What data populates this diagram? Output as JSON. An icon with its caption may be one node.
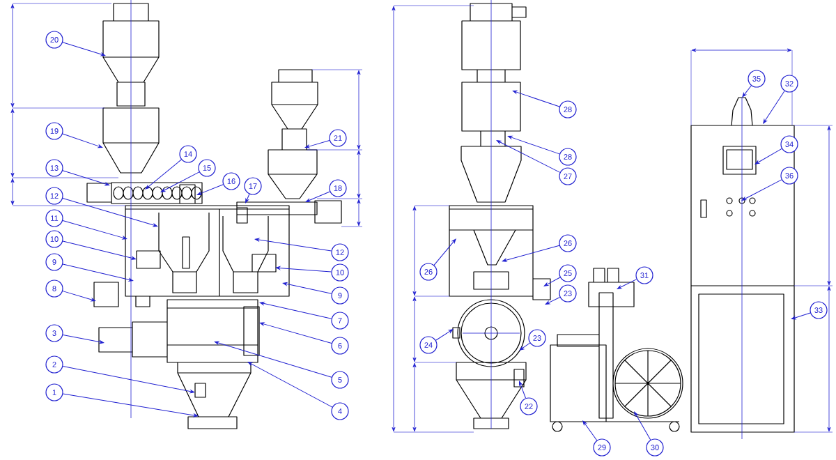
{
  "diagram": {
    "nodes": [
      {
        "text": [
          "20"
        ]
      },
      {
        "text": [
          "19"
        ]
      },
      {
        "text": [
          "13"
        ]
      },
      {
        "text": [
          "14"
        ]
      },
      {
        "text": [
          "15"
        ]
      },
      {
        "text": [
          "16"
        ]
      },
      {
        "text": [
          "12"
        ]
      },
      {
        "text": [
          "11"
        ]
      },
      {
        "text": [
          "10"
        ]
      },
      {
        "text": [
          "9"
        ]
      },
      {
        "text": [
          "8"
        ]
      },
      {
        "text": [
          "3"
        ]
      },
      {
        "text": [
          "2"
        ]
      },
      {
        "text": [
          "1"
        ]
      },
      {
        "text": [
          "17"
        ]
      },
      {
        "text": [
          "18"
        ]
      },
      {
        "text": [
          "21"
        ]
      },
      {
        "text": [
          "12"
        ]
      },
      {
        "text": [
          "10"
        ]
      },
      {
        "text": [
          "9"
        ]
      },
      {
        "text": [
          "7"
        ]
      },
      {
        "text": [
          "6"
        ]
      },
      {
        "text": [
          "5"
        ]
      },
      {
        "text": [
          "4"
        ]
      },
      {
        "text": [
          "28"
        ]
      },
      {
        "text": [
          "28"
        ]
      },
      {
        "text": [
          "27"
        ]
      },
      {
        "text": [
          "26"
        ]
      },
      {
        "text": [
          "26"
        ]
      },
      {
        "text": [
          "25"
        ]
      },
      {
        "text": [
          "23"
        ]
      },
      {
        "text": [
          "24"
        ]
      },
      {
        "text": [
          "23"
        ]
      },
      {
        "text": [
          "22"
        ]
      },
      {
        "text": [
          "29"
        ]
      },
      {
        "text": [
          "30"
        ]
      },
      {
        "text": [
          "31"
        ]
      },
      {
        "text": [
          "35"
        ]
      },
      {
        "text": [
          "32"
        ]
      },
      {
        "text": [
          "34"
        ]
      },
      {
        "text": [
          "36"
        ]
      },
      {
        "text": [
          "33"
        ]
      }
    ],
    "edges": [
      {
        "from": 0,
        "to": null,
        "arrow": "to"
      },
      {
        "from": 1,
        "to": null,
        "arrow": "to"
      },
      {
        "from": 2,
        "to": null,
        "arrow": "to"
      },
      {
        "from": 3,
        "to": null,
        "arrow": "to"
      },
      {
        "from": 4,
        "to": null,
        "arrow": "to"
      },
      {
        "from": 5,
        "to": null,
        "arrow": "to"
      },
      {
        "from": 6,
        "to": null,
        "arrow": "to"
      },
      {
        "from": 7,
        "to": null,
        "arrow": "to"
      },
      {
        "from": 8,
        "to": null,
        "arrow": "to"
      },
      {
        "from": 9,
        "to": null,
        "arrow": "to"
      },
      {
        "from": 10,
        "to": null,
        "arrow": "to"
      },
      {
        "from": 11,
        "to": null,
        "arrow": "to"
      },
      {
        "from": 12,
        "to": null,
        "arrow": "to"
      },
      {
        "from": 13,
        "to": null,
        "arrow": "to"
      },
      {
        "from": 14,
        "to": null,
        "arrow": "to"
      },
      {
        "from": 15,
        "to": null,
        "arrow": "to"
      },
      {
        "from": 16,
        "to": null,
        "arrow": "to"
      },
      {
        "from": 17,
        "to": null,
        "arrow": "to"
      },
      {
        "from": 18,
        "to": null,
        "arrow": "to"
      },
      {
        "from": 19,
        "to": null,
        "arrow": "to"
      },
      {
        "from": 20,
        "to": null,
        "arrow": "to"
      },
      {
        "from": 21,
        "to": null,
        "arrow": "to"
      },
      {
        "from": 22,
        "to": null,
        "arrow": "to"
      },
      {
        "from": 23,
        "to": null,
        "arrow": "to"
      },
      {
        "from": 24,
        "to": null,
        "arrow": "to"
      },
      {
        "from": 25,
        "to": null,
        "arrow": "to"
      },
      {
        "from": 26,
        "to": null,
        "arrow": "to"
      },
      {
        "from": 27,
        "to": null,
        "arrow": "to"
      },
      {
        "from": 28,
        "to": null,
        "arrow": "to"
      },
      {
        "from": 29,
        "to": null,
        "arrow": "to"
      },
      {
        "from": 30,
        "to": null,
        "arrow": "to"
      },
      {
        "from": 31,
        "to": null,
        "arrow": "to"
      },
      {
        "from": 32,
        "to": null,
        "arrow": "to"
      },
      {
        "from": 33,
        "to": null,
        "arrow": "to"
      },
      {
        "from": 34,
        "to": null,
        "arrow": "to"
      },
      {
        "from": 35,
        "to": null,
        "arrow": "to"
      },
      {
        "from": 36,
        "to": null,
        "arrow": "to"
      },
      {
        "from": 37,
        "to": null,
        "arrow": "to"
      },
      {
        "from": 38,
        "to": null,
        "arrow": "to"
      },
      {
        "from": 39,
        "to": null,
        "arrow": "to"
      },
      {
        "from": 40,
        "to": null,
        "arrow": "to"
      },
      {
        "from": 41,
        "to": null,
        "arrow": "to"
      }
    ]
  }
}
